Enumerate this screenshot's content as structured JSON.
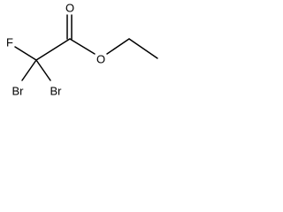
{
  "molecule": {
    "atoms": {
      "fluorine": "F",
      "carbonyl_oxygen": "O",
      "ester_oxygen": "O",
      "bromine_left": "Br",
      "bromine_right": "Br"
    },
    "line_color": "#000000",
    "background_color": "#ffffff"
  }
}
